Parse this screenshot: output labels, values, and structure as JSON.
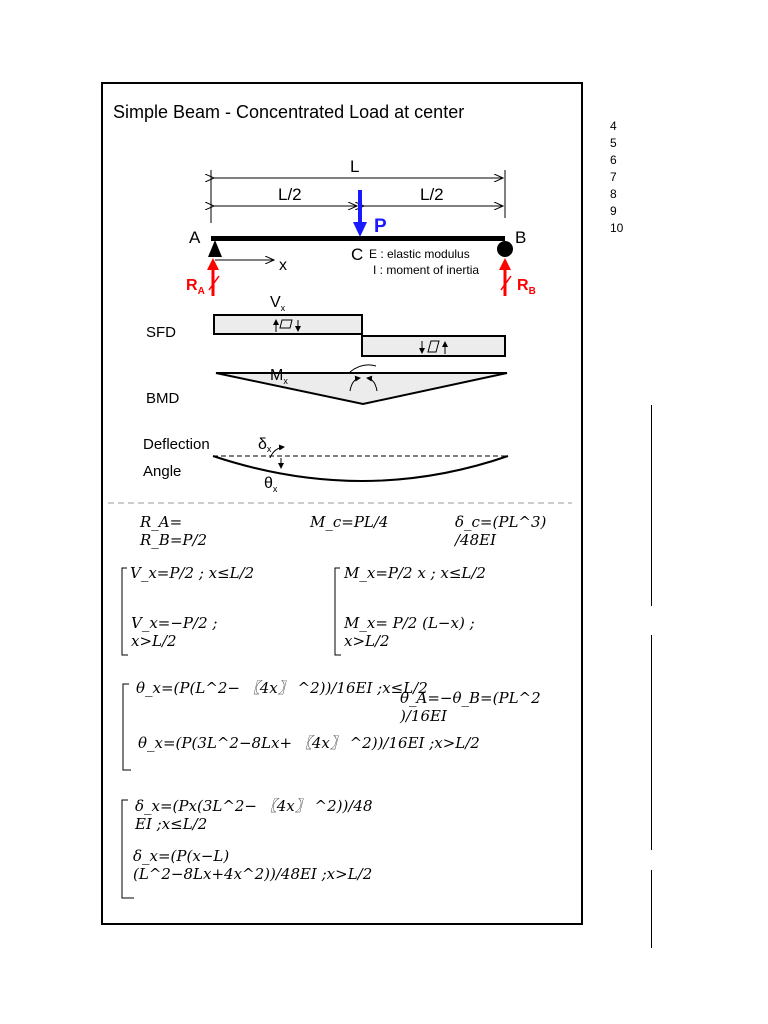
{
  "title": "Simple Beam - Concentrated Load at center",
  "diagram": {
    "span_label": "L",
    "half_left": "L/2",
    "half_right": "L/2",
    "load": "P",
    "support_a": "A",
    "support_b": "B",
    "center": "C",
    "x_axis": "x",
    "e_note": "E : elastic modulus",
    "i_note": "I : moment of inertia",
    "ra": "R",
    "ra_sub": "A",
    "rb": "R",
    "rb_sub": "B",
    "vx": "V",
    "vx_sub": "x",
    "mx": "M",
    "mx_sub": "x",
    "sfd": "SFD",
    "bmd": "BMD",
    "deflection": "Deflection",
    "angle": "Angle",
    "delta": "δ",
    "delta_sub": "x",
    "theta": "θ",
    "theta_sub": "x",
    "load_color": "#1a1aff",
    "reaction_color": "#ff0000"
  },
  "equations": {
    "ra_1": "R_A=",
    "ra_2": "R_B=P/2",
    "mc": "M_c=PL/4",
    "dc_1": "δ_c=(PL^3)",
    "dc_2": "/48EI",
    "v1": "V_x=P/2  ; x≤L/2",
    "v2a": "V_x=−P/2  ;",
    "v2b": "x>L/2",
    "m1": "M_x=P/2 x  ; x≤L/2",
    "m2a": "M_x=  P/2 (L−x)  ;",
    "m2b": "x>L/2",
    "t1": "θ_x=(P(L^2−  〖4x〗  ^2))/16EI  ;x≤L/2",
    "ta_1": "θ_A=−θ_B=(PL^2",
    "ta_2": ")/16EI",
    "t2": "θ_x=(P(3L^2−8Lx+  〖4x〗  ^2))/16EI  ;x>L/2",
    "d1a": "δ_x=(Px(3L^2−  〖4x〗  ^2))/48",
    "d1b": "EI  ;x≤L/2",
    "d2a": "δ_x=(P(x−L)",
    "d2b": "(L^2−8Lx+4x^2))/48EI  ;x>L/2"
  },
  "line_numbers": [
    "4",
    "5",
    "6",
    "7",
    "8",
    "9",
    "10"
  ]
}
